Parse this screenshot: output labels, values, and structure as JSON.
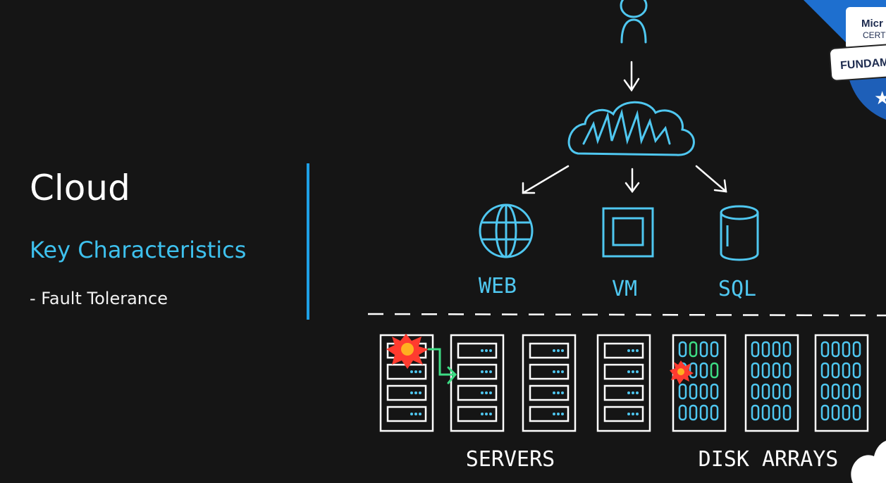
{
  "slide": {
    "title": "Cloud",
    "subtitle": "Key Characteristics",
    "bullet": "- Fault Tolerance"
  },
  "diagram": {
    "services": [
      "WEB",
      "VM",
      "SQL"
    ],
    "groups": [
      "SERVERS",
      "DISK ARRAYS"
    ]
  },
  "badge": {
    "line1": "Micr",
    "line2": "CERT",
    "line3": "FUNDAM"
  },
  "colors": {
    "accent": "#3ec1ee",
    "divider": "#1ea0e6",
    "sketch": "#4fc7f0",
    "failover": "#3ddc84",
    "failure": "#ff3b2f",
    "badge_blue": "#1e6fcf"
  }
}
